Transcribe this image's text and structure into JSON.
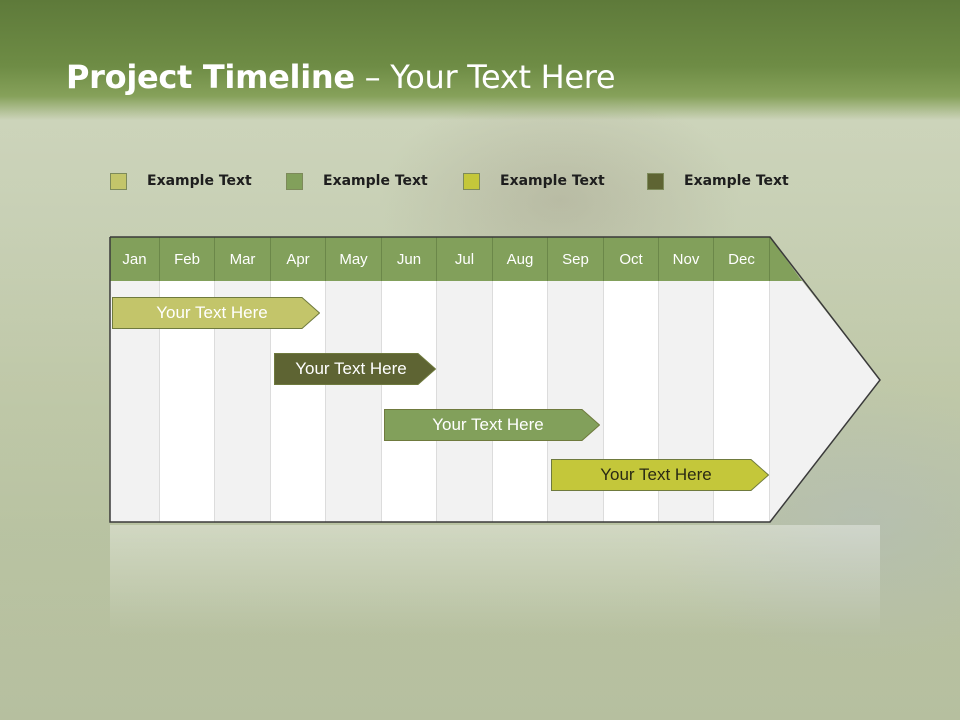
{
  "slide": {
    "title_bold": "Project Timeline",
    "title_rest": " – Your Text Here"
  },
  "legend": [
    {
      "label": "Example Text",
      "color": "#c3c56a"
    },
    {
      "label": "Example Text",
      "color": "#82a05b"
    },
    {
      "label": "Example Text",
      "color": "#c4c73a"
    },
    {
      "label": "Example Text",
      "color": "#5e6433"
    }
  ],
  "timeline": {
    "months": [
      "Jan",
      "Feb",
      "Mar",
      "Apr",
      "May",
      "Jun",
      "Jul",
      "Aug",
      "Sep",
      "Oct",
      "Nov",
      "Dec"
    ],
    "header_color": "#82a05b",
    "tasks": [
      {
        "label": "Your  Text Here",
        "start_month": "Jan",
        "end_month": "Apr",
        "color": "#c3c56a",
        "text_color": "#ffffff"
      },
      {
        "label": "Your  Text Here",
        "start_month": "Apr",
        "end_month": "Jun",
        "color": "#5e6433",
        "text_color": "#ffffff"
      },
      {
        "label": "Your  Text Here",
        "start_month": "Jun",
        "end_month": "Sep",
        "color": "#82a05b",
        "text_color": "#ffffff"
      },
      {
        "label": "Your  Text Here",
        "start_month": "Sep",
        "end_month": "Dec",
        "color": "#c4c73a",
        "text_color": "#2a2a14"
      }
    ]
  }
}
